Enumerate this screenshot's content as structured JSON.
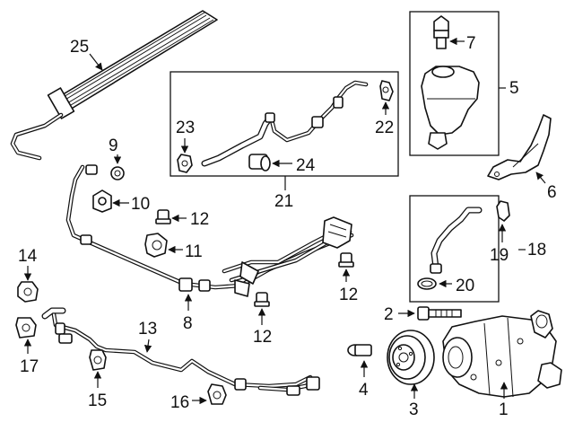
{
  "diagram": {
    "callouts": {
      "c1": "1",
      "c2": "2",
      "c3": "3",
      "c4": "4",
      "c5": "5",
      "c6": "6",
      "c7": "7",
      "c8": "8",
      "c9": "9",
      "c10": "10",
      "c11": "11",
      "c12a": "12",
      "c12b": "12",
      "c12c": "12",
      "c13": "13",
      "c14": "14",
      "c15": "15",
      "c16": "16",
      "c17": "17",
      "c18": "18",
      "c19": "19",
      "c20": "20",
      "c21": "21",
      "c22": "22",
      "c23": "23",
      "c24": "24",
      "c25": "25"
    }
  }
}
